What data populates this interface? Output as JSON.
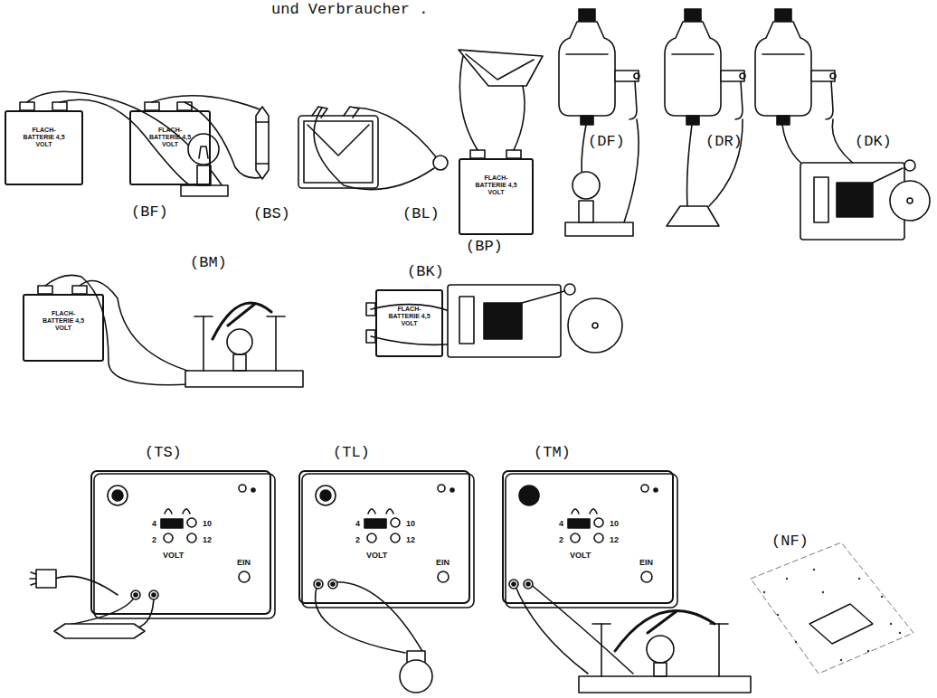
{
  "diagram": {
    "nodes": [
      {
        "text": [
          "FLACH- BATTERIE 4,5 VOLT"
        ]
      },
      {
        "text": [
          "FLACH- BATTERIE 4,5 VOLT"
        ]
      },
      {
        "text": [
          "FLACH- BATTERIE 4,5 VOLT"
        ]
      },
      {
        "text": [
          "FLACH- BATTERIE 4,5 VOLT"
        ]
      },
      {
        "text": [
          "FLACH- BATTERIE 4,5 VOLT"
        ]
      },
      {
        "text": [
          "4",
          "10",
          "2",
          "12",
          "VOLT",
          "EIN"
        ]
      },
      {
        "text": [
          "4",
          "10",
          "2",
          "12",
          "VOLT",
          "EIN"
        ]
      },
      {
        "text": [
          "4",
          "10",
          "2",
          "12",
          "VOLT",
          "EIN"
        ]
      }
    ],
    "labels": [
      "und Verbraucher .",
      "(BF)",
      "(BS)",
      "(BL)",
      "(BP)",
      "(DF)",
      "(DR)",
      "(DK)",
      "(BM)",
      "(BK)",
      "(TS)",
      "(TL)",
      "(TM)",
      "(NF)"
    ]
  }
}
